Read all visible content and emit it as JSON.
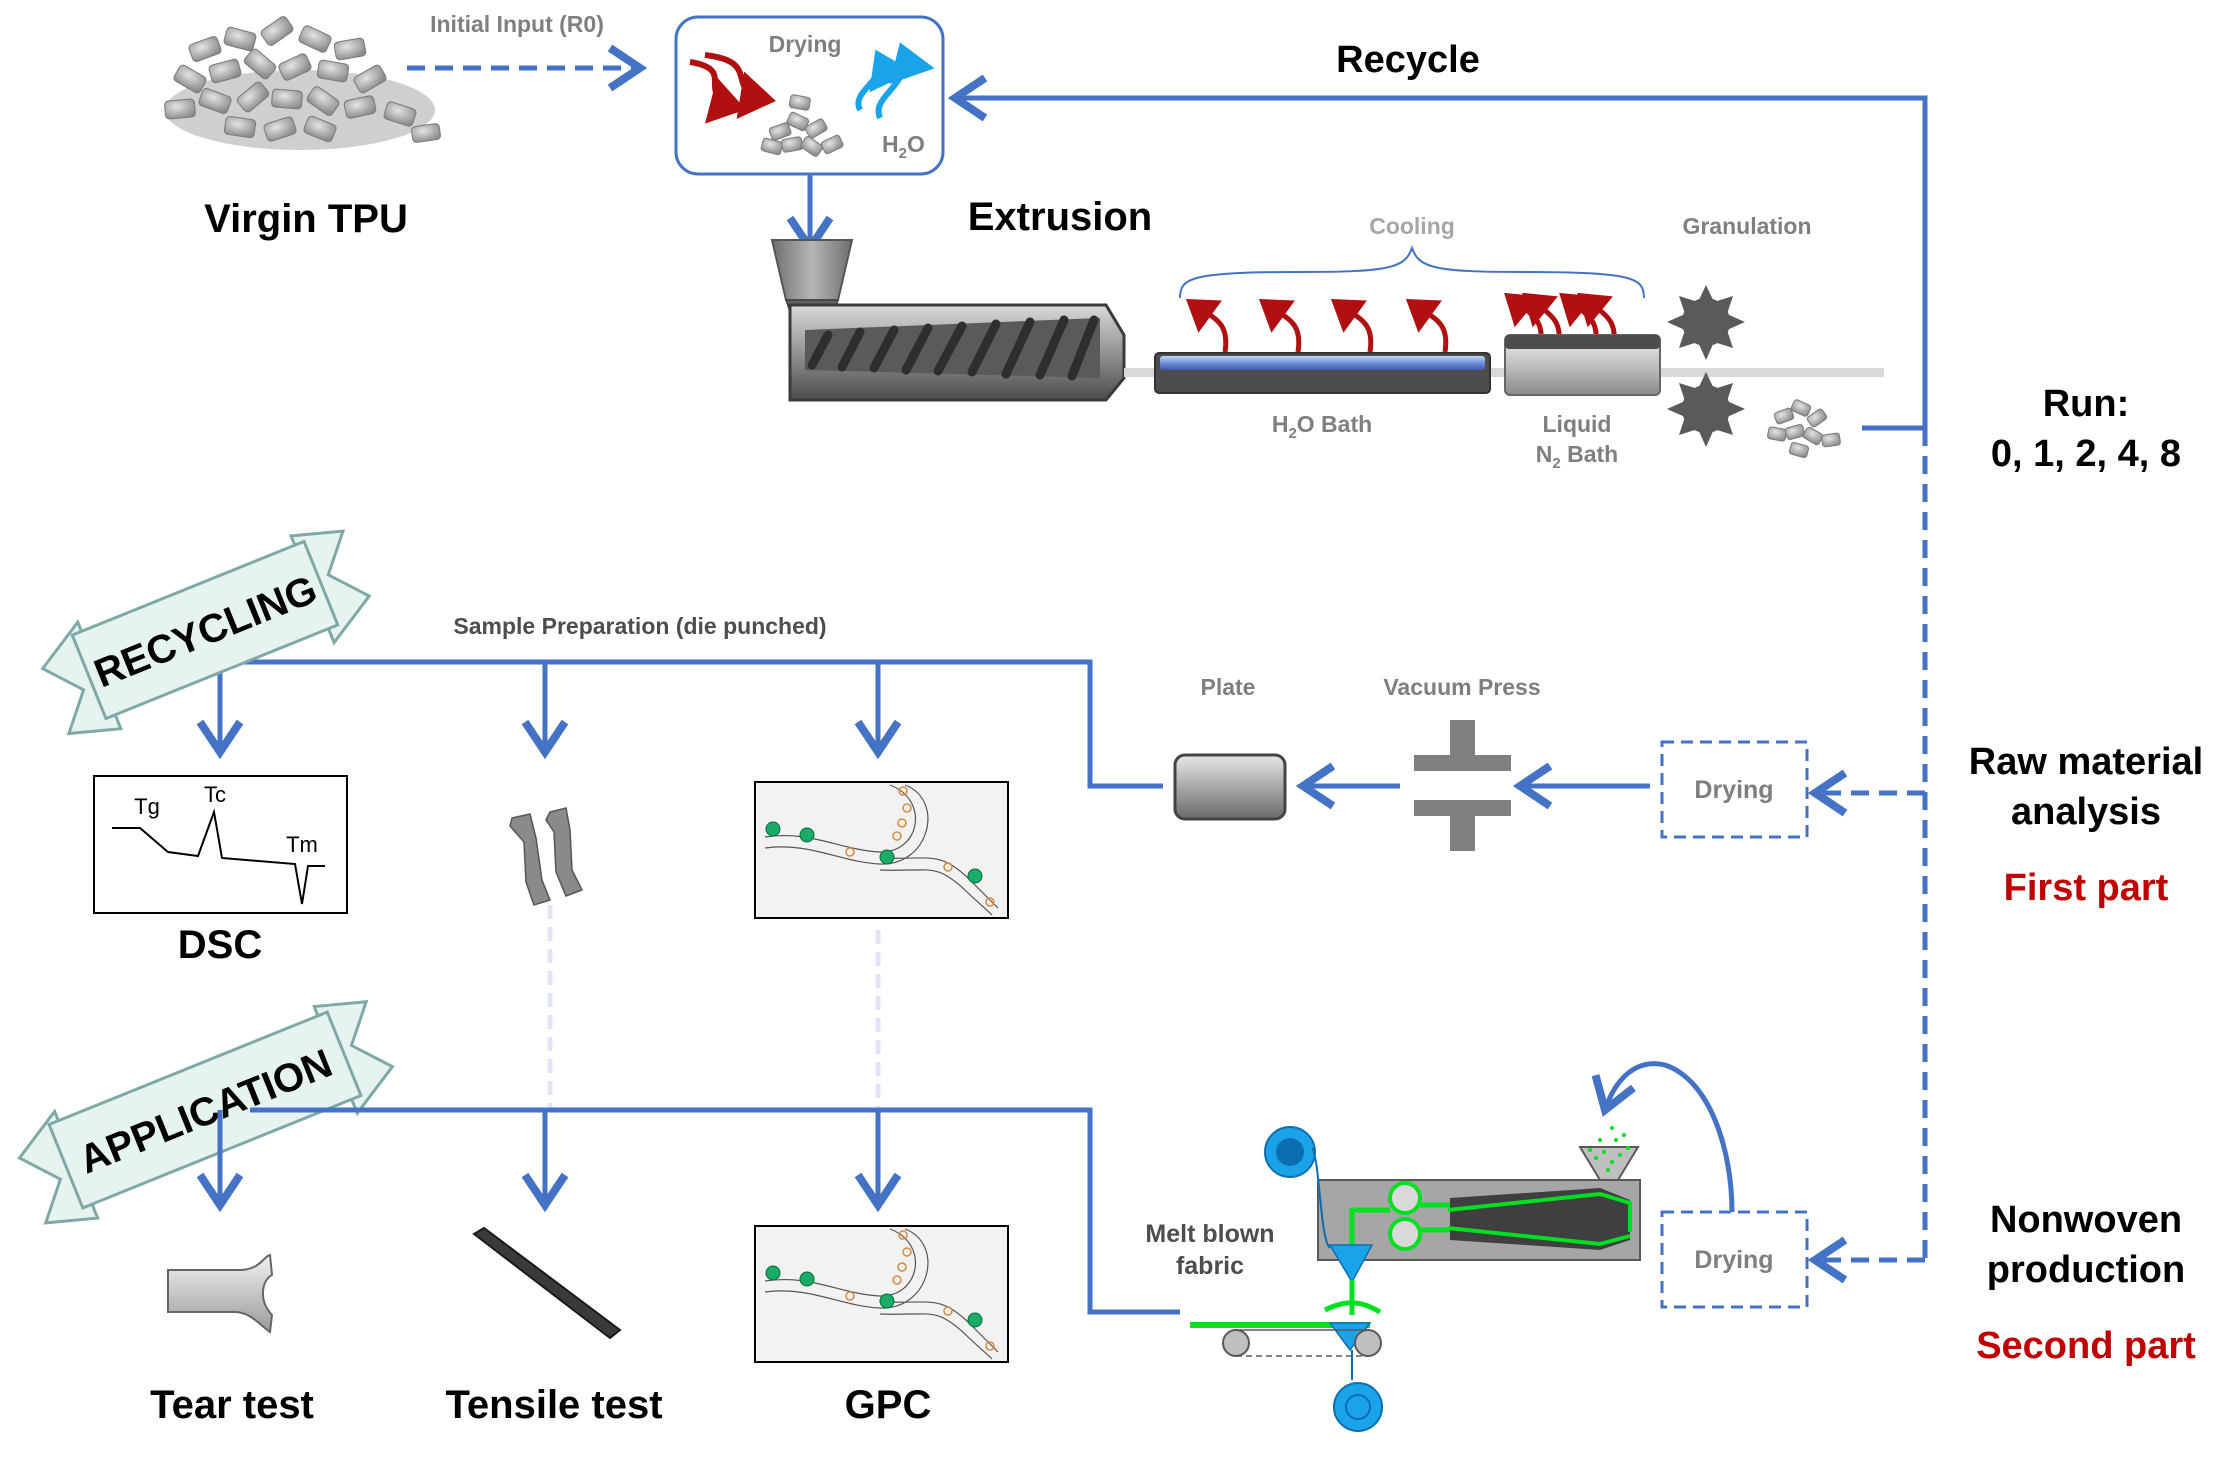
{
  "labels": {
    "initial_input": "Initial Input (R0)",
    "virgin_tpu": "Virgin TPU",
    "drying_top": "Drying",
    "h2o_main": "H",
    "h2o_sub": "2",
    "h2o_tail": "O",
    "recycle": "Recycle",
    "extrusion": "Extrusion",
    "cooling": "Cooling",
    "granulation": "Granulation",
    "h2o_bath_main": "H",
    "h2o_bath_sub": "2",
    "h2o_bath_tail": "O Bath",
    "liquid": "Liquid",
    "n2_main": "N",
    "n2_sub": "2",
    "n2_tail": " Bath",
    "run_title": "Run:",
    "run_values": "0, 1, 2, 4, 8",
    "recycling_banner": "RECYCLING",
    "application_banner": "APPLICATION",
    "sample_prep": "Sample Preparation (die punched)",
    "plate": "Plate",
    "vacuum_press": "Vacuum Press",
    "drying_mid": "Drying",
    "drying_bottom": "Drying",
    "raw_material_1": "Raw material",
    "raw_material_2": "analysis",
    "first_part": "First part",
    "nonwoven_1": "Nonwoven",
    "nonwoven_2": "production",
    "second_part": "Second part",
    "dsc": "DSC",
    "tg": "Tg",
    "tc": "Tc",
    "tm": "Tm",
    "melt_blown_1": "Melt blown",
    "melt_blown_2": "fabric",
    "tear_test": "Tear test",
    "tensile_test": "Tensile test",
    "gpc": "GPC"
  },
  "colors": {
    "flow_blue": "#4472c4",
    "accent_red": "#c00000",
    "heat_red": "#b01010",
    "water_blue": "#1aa3e8",
    "machine_gray": "#7f7f7f",
    "label_gray": "#7f7f7f",
    "cooling_gray": "#a6a6a6",
    "neon_green": "#00e020",
    "polymer_green": "#1aab68",
    "banner_fill": "#e7f3f0",
    "banner_stroke": "#7fa9a8"
  },
  "icons": [
    "tpu-pellets",
    "extruder",
    "water-bath",
    "nitrogen-bath",
    "granulator-blades",
    "vacuum-press",
    "plate",
    "dsc-curve",
    "dog-bone-specimens",
    "gpc-chromatogram",
    "tear-specimen",
    "tensile-strip",
    "melt-blown-line"
  ]
}
